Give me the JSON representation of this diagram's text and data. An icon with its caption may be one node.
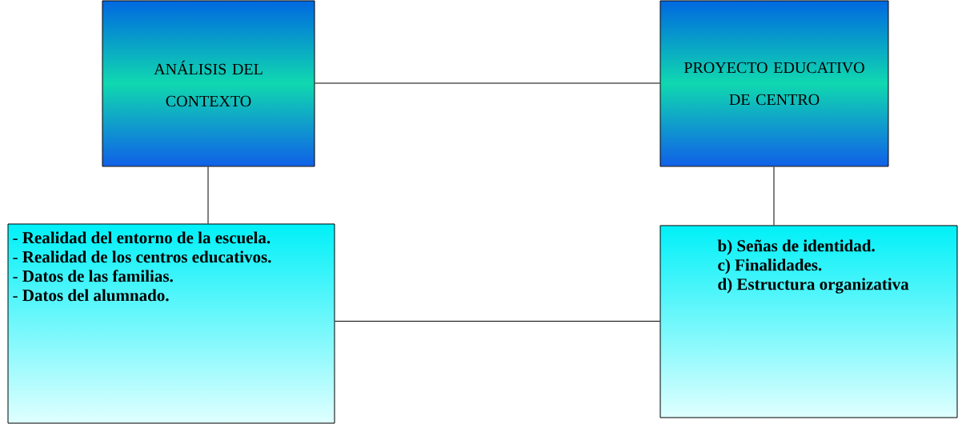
{
  "diagram": {
    "nodes": [
      {
        "text": [
          "ANÁLISIS DEL CONTEXTO"
        ]
      },
      {
        "text": [
          "PROYECTO EDUCATIVO DE CENTRO"
        ]
      },
      {
        "text": [
          "- **Realidad del entorno de la escuela.**",
          "- **Realidad de los centros educativos.**",
          "- **Datos de las familias.**",
          "- **Datos del alumnado.**"
        ]
      },
      {
        "text": [
          "b) Señas de identidad.",
          "c) Finalidades.",
          "d) Estructura organizativa"
        ]
      }
    ],
    "edges": [
      {
        "from": 0,
        "to": 1,
        "arrow": "none"
      },
      {
        "from": 0,
        "to": 2,
        "arrow": "none"
      },
      {
        "from": 1,
        "to": 3,
        "arrow": "none"
      },
      {
        "from": 2,
        "to": 3,
        "arrow": "none"
      }
    ]
  }
}
